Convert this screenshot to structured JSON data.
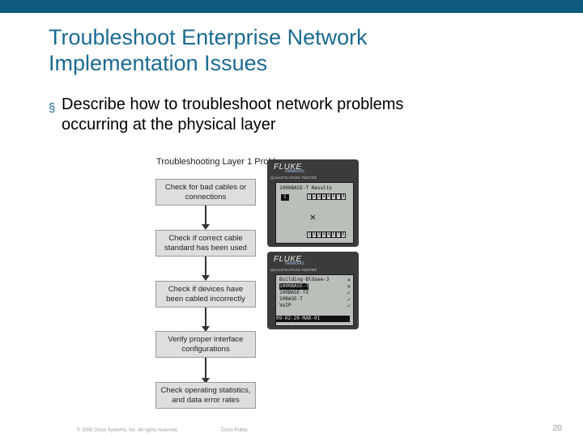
{
  "header": {
    "color": "#0f5a7d"
  },
  "slide": {
    "title_lines": [
      "Troubleshoot Enterprise Network",
      "Implementation Issues"
    ],
    "bullet_lines": [
      "Describe how to troubleshoot network problems",
      "occurring at the physical layer"
    ]
  },
  "diagram": {
    "title": "Troubleshooting Layer 1 Problems",
    "steps": [
      {
        "lines": [
          "Check for bad cables or",
          "connections"
        ]
      },
      {
        "lines": [
          "Check if correct cable",
          "standard has been used"
        ]
      },
      {
        "lines": [
          "Check if devices have",
          "been cabled incorrectly"
        ]
      },
      {
        "lines": [
          "Verify proper interface",
          "configurations"
        ]
      },
      {
        "lines": [
          "Check operating statistics,",
          "and data error rates"
        ]
      }
    ]
  },
  "devices": [
    {
      "brand": "FLUKE",
      "subbrand": "networks",
      "model": "QUALIFICATION TESTER",
      "screen": {
        "header": "1000BASE-T Results",
        "port": "1",
        "wire_labels": [
          "1",
          "2",
          "3",
          "6",
          "4",
          "5",
          "7",
          "8"
        ],
        "status_icon": "✕"
      }
    },
    {
      "brand": "FLUKE",
      "subbrand": "networks",
      "model": "QUALIFICATION TESTER",
      "screen": {
        "header": "Building-Bldsee-3",
        "items": [
          "1000BASE-T",
          "100BASE-TX",
          "10BASE-T",
          "VoIP"
        ],
        "status": [
          "✕",
          "✕",
          "✓",
          "✓",
          "✓"
        ],
        "footer": "09-02-20-MAR-01"
      }
    }
  ],
  "footer": {
    "copyright": "© 2006 Cisco Systems, Inc. All rights reserved.",
    "classification": "Cisco Public",
    "page": "20"
  }
}
